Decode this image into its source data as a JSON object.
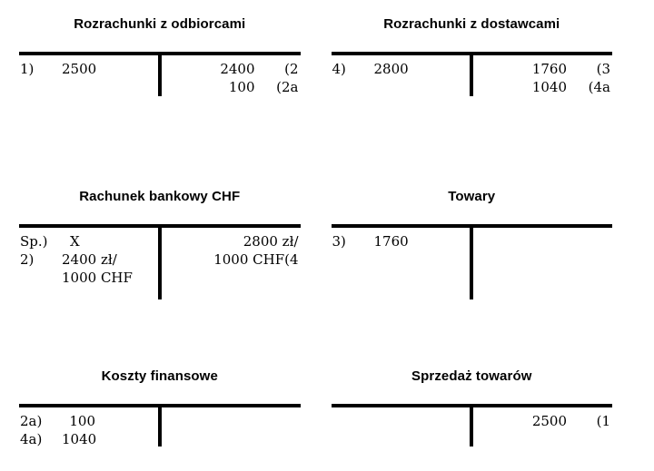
{
  "page": {
    "background_color": "#ffffff",
    "ink_color": "#000000"
  },
  "accounts": [
    {
      "id": "rozrachunki-z-odbiorcami",
      "title": "Rozrachunki z odbiorcami",
      "debit": [
        {
          "ref": "1)",
          "amount": "2500"
        }
      ],
      "credit": [
        {
          "amount": "2400",
          "ref": "(2"
        },
        {
          "amount": "100",
          "ref": "(2a"
        }
      ]
    },
    {
      "id": "rozrachunki-z-dostawcami",
      "title": "Rozrachunki z dostawcami",
      "debit": [
        {
          "ref": "4)",
          "amount": "2800"
        }
      ],
      "credit": [
        {
          "amount": "1760",
          "ref": "(3"
        },
        {
          "amount": "1040",
          "ref": "(4a"
        }
      ]
    },
    {
      "id": "rachunek-bankowy-chf",
      "title": "Rachunek bankowy CHF",
      "debit": [
        {
          "ref": "Sp.)",
          "amount": "X"
        },
        {
          "ref": "2)",
          "amount": "2400 zł/"
        },
        {
          "ref": "",
          "amount": "1000 CHF"
        }
      ],
      "credit": [
        {
          "amount": "2800 zł/",
          "ref": ""
        },
        {
          "amount": "1000 CHF(4",
          "ref": ""
        }
      ]
    },
    {
      "id": "towary",
      "title": "Towary",
      "debit": [
        {
          "ref": "3)",
          "amount": "1760"
        }
      ],
      "credit": []
    },
    {
      "id": "koszty-finansowe",
      "title": "Koszty finansowe",
      "debit": [
        {
          "ref": "2a)",
          "amount": "100"
        },
        {
          "ref": "4a)",
          "amount": "1040"
        }
      ],
      "credit": []
    },
    {
      "id": "sprzedaz-towarow",
      "title": "Sprzedaż towarów",
      "debit": [],
      "credit": [
        {
          "amount": "2500",
          "ref": "(1"
        }
      ]
    }
  ]
}
